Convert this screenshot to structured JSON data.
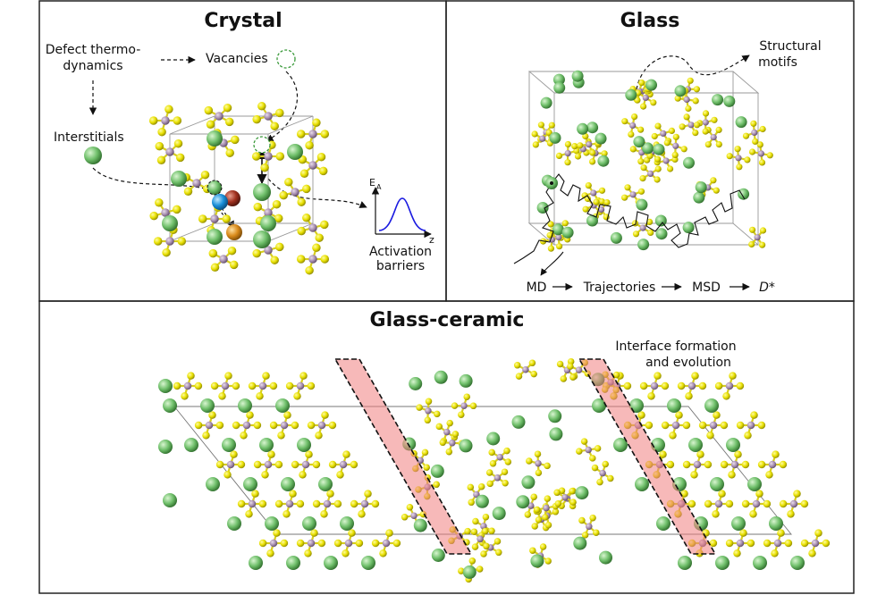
{
  "panels": {
    "crystal": {
      "title": "Crystal",
      "defect_thermo_line1": "Defect thermo-",
      "defect_thermo_line2": "dynamics",
      "vacancies": "Vacancies",
      "interstitials": "Interstitials",
      "activation_line1": "Activation",
      "activation_line2": "barriers",
      "ea_axis": "E",
      "ea_sub": "A",
      "z_axis": "z"
    },
    "glass": {
      "title": "Glass",
      "structural_line1": "Structural",
      "structural_line2": "motifs",
      "pipeline": [
        "MD",
        "Trajectories",
        "MSD",
        "D*"
      ]
    },
    "glass_ceramic": {
      "title": "Glass-ceramic",
      "interface_line1": "Interface formation",
      "interface_line2": "and evolution"
    }
  },
  "colors": {
    "sulfur": "#e8e000",
    "phosphorus": "#a88fb0",
    "lithium": "#6fbf6a",
    "interface_band": "#f08080",
    "vacancy_ring": "#3a9a3a",
    "blue_atom": "#1a8fd8",
    "red_atom": "#a0301e",
    "orange_atom": "#d98a1a",
    "gaussian_curve": "#1a1ae0"
  }
}
